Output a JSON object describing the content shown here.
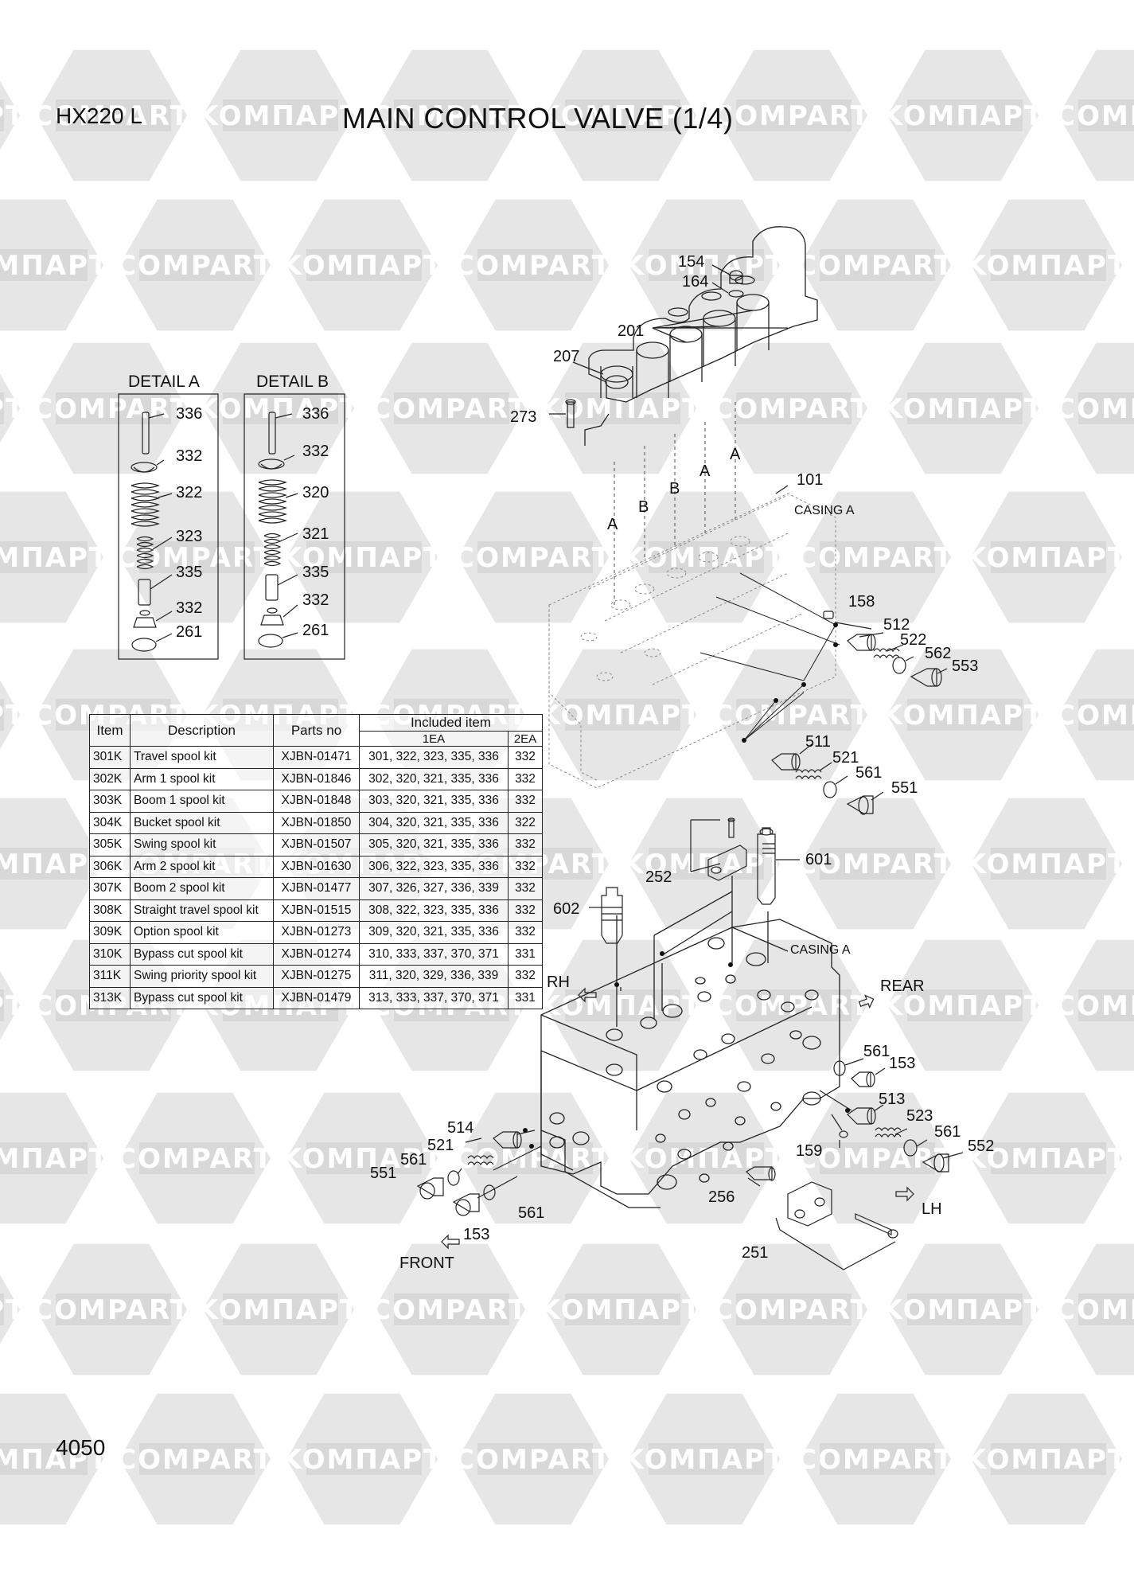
{
  "header": {
    "model": "HX220 L",
    "title": "MAIN CONTROL VALVE (1/4)"
  },
  "footer": {
    "page_number": "4050"
  },
  "watermark": {
    "text_latin": "COMPART",
    "text_cyrillic": "KOMПАРТ",
    "color": "#d8d8d8"
  },
  "details": {
    "a": {
      "title": "DETAIL A",
      "labels": [
        "336",
        "332",
        "322",
        "323",
        "335",
        "332",
        "261"
      ]
    },
    "b": {
      "title": "DETAIL B",
      "labels": [
        "336",
        "332",
        "320",
        "321",
        "335",
        "332",
        "261"
      ]
    }
  },
  "table": {
    "headers": {
      "item": "Item",
      "description": "Description",
      "parts_no": "Parts no",
      "included": "Included item",
      "ea1": "1EA",
      "ea2": "2EA"
    },
    "rows": [
      [
        "301K",
        "Travel spool kit",
        "XJBN-01471",
        "301, 322, 323, 335, 336",
        "332"
      ],
      [
        "302K",
        "Arm 1 spool kit",
        "XJBN-01846",
        "302, 320, 321, 335, 336",
        "332"
      ],
      [
        "303K",
        "Boom 1 spool kit",
        "XJBN-01848",
        "303, 320, 321, 335, 336",
        "332"
      ],
      [
        "304K",
        "Bucket spool kit",
        "XJBN-01850",
        "304, 320, 321, 335, 336",
        "322"
      ],
      [
        "305K",
        "Swing spool kit",
        "XJBN-01507",
        "305, 320, 321, 335, 336",
        "332"
      ],
      [
        "306K",
        "Arm 2 spool kit",
        "XJBN-01630",
        "306, 322, 323, 335, 336",
        "332"
      ],
      [
        "307K",
        "Boom 2 spool kit",
        "XJBN-01477",
        "307, 326, 327, 336, 339",
        "332"
      ],
      [
        "308K",
        "Straight travel spool kit",
        "XJBN-01515",
        "308, 322, 323, 335, 336",
        "332"
      ],
      [
        "309K",
        "Option spool kit",
        "XJBN-01273",
        "309, 320, 321, 335, 336",
        "332"
      ],
      [
        "310K",
        "Bypass cut spool kit",
        "XJBN-01274",
        "310, 333, 337, 370, 371",
        "331"
      ],
      [
        "311K",
        "Swing priority spool kit",
        "XJBN-01275",
        "311, 320, 329, 336, 339",
        "332"
      ],
      [
        "313K",
        "Bypass cut spool kit",
        "XJBN-01479",
        "313, 333, 337, 370, 371",
        "331"
      ]
    ]
  },
  "callouts": {
    "p154": "154",
    "p164": "164",
    "p201": "201",
    "p207": "207",
    "p273": "273",
    "p101": "101",
    "casing_a_top": "CASING A",
    "a1": "A",
    "a2": "A",
    "a3": "A",
    "b1": "B",
    "b2": "B",
    "p158": "158",
    "p512": "512",
    "p522": "522",
    "p562": "562",
    "p553": "553",
    "p511": "511",
    "p521_top": "521",
    "p561_top": "561",
    "p551_top": "551",
    "p252": "252",
    "p601": "601",
    "p602": "602",
    "casing_a_bottom": "CASING A",
    "rh": "RH",
    "rear": "REAR",
    "lh": "LH",
    "front": "FRONT",
    "p561_r": "561",
    "p153_r": "153",
    "p513": "513",
    "p523": "523",
    "p561_r2": "561",
    "p552": "552",
    "p159": "159",
    "p256": "256",
    "p251": "251",
    "p514": "514",
    "p521_l": "521",
    "p561_l": "561",
    "p551_l": "551",
    "p153_l": "153",
    "p561_l2": "561"
  }
}
